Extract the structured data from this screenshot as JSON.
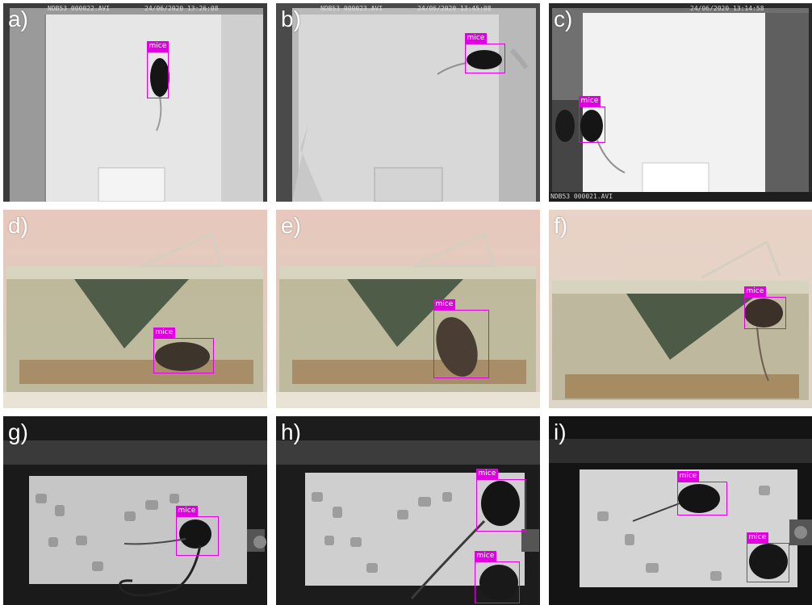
{
  "panels": [
    {
      "letter": "a)",
      "overlay_left": "NDB53 000022.AVI",
      "overlay_right": "24/06/2020 13:26:08"
    },
    {
      "letter": "b)",
      "overlay_left": "NDB53 000023.AVI",
      "overlay_right": "24/06/2020 13:45:08"
    },
    {
      "letter": "c)",
      "overlay_left": "",
      "overlay_right": "24/06/2020 13:14:58",
      "overlay_bottom": "NDB53 000021.AVI"
    },
    {
      "letter": "d)"
    },
    {
      "letter": "e)"
    },
    {
      "letter": "f)"
    },
    {
      "letter": "g)"
    },
    {
      "letter": "h)"
    },
    {
      "letter": "i)"
    }
  ],
  "detection_label": "mice",
  "box_color": "#e100e1"
}
